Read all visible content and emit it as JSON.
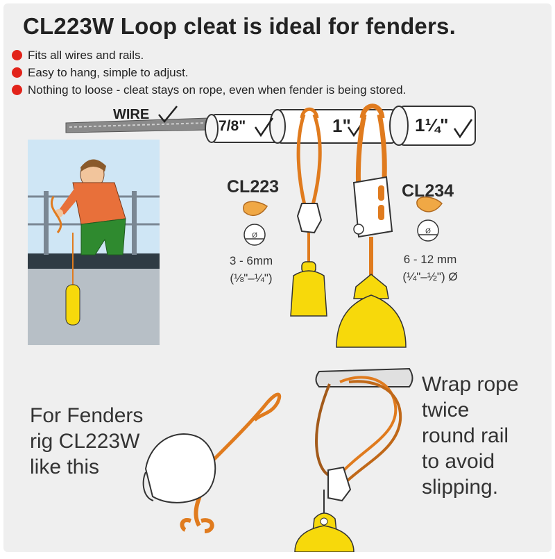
{
  "title": "CL223W Loop cleat is ideal for fenders.",
  "bullets": [
    "Fits all wires and rails.",
    "Easy to hang, simple to adjust.",
    "Nothing to loose - cleat stays on rope, even when fender is being stored."
  ],
  "wire_label": "WIRE",
  "tube_sizes": [
    "7/8\"",
    "1\"",
    "1¼\""
  ],
  "models": [
    {
      "name": "CL223",
      "range": "3 - 6mm",
      "range_imperial": "(⅛\"–¼\")"
    },
    {
      "name": "CL234",
      "range": "6 - 12 mm",
      "range_imperial": "(¼\"–½\") Ø"
    }
  ],
  "rig_text": "For Fenders\nrig CL223W\nlike this",
  "wrap_text": "Wrap rope\ntwice\nround rail\nto avoid\nslipping.",
  "icons": [
    "check-icon",
    "bullet-dot-icon"
  ],
  "colors": {
    "bullet": "#e2231a",
    "rope": "#e07b1e",
    "fender": "#f7d90b",
    "cleat_tan": "#f0a845",
    "water": "#cfe6f5"
  }
}
